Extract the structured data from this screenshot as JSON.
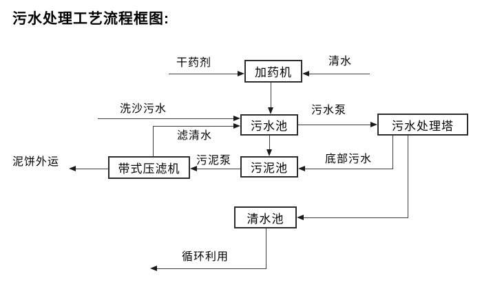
{
  "title": "污水处理工艺流程框图:",
  "nodes": {
    "dosing_machine": "加药机",
    "sewage_pool": "污水池",
    "treatment_tower": "污水处理塔",
    "belt_filter_press": "带式压滤机",
    "sludge_pool": "污泥池",
    "clean_water_pool": "清水池"
  },
  "flows": {
    "dry_chemical": "干药剂",
    "clean_water": "清水",
    "sand_washing_sewage": "洗沙污水",
    "filtered_water": "滤清水",
    "sewage_pump": "污水泵",
    "sludge_pump": "污泥泵",
    "bottom_sewage": "底部污水",
    "mud_cake_out": "泥饼外运",
    "recycling": "循环利用"
  },
  "colors": {
    "background": "#ffffff",
    "line": "#3a3a3a",
    "border": "#2b2b2b",
    "text": "#000000"
  }
}
